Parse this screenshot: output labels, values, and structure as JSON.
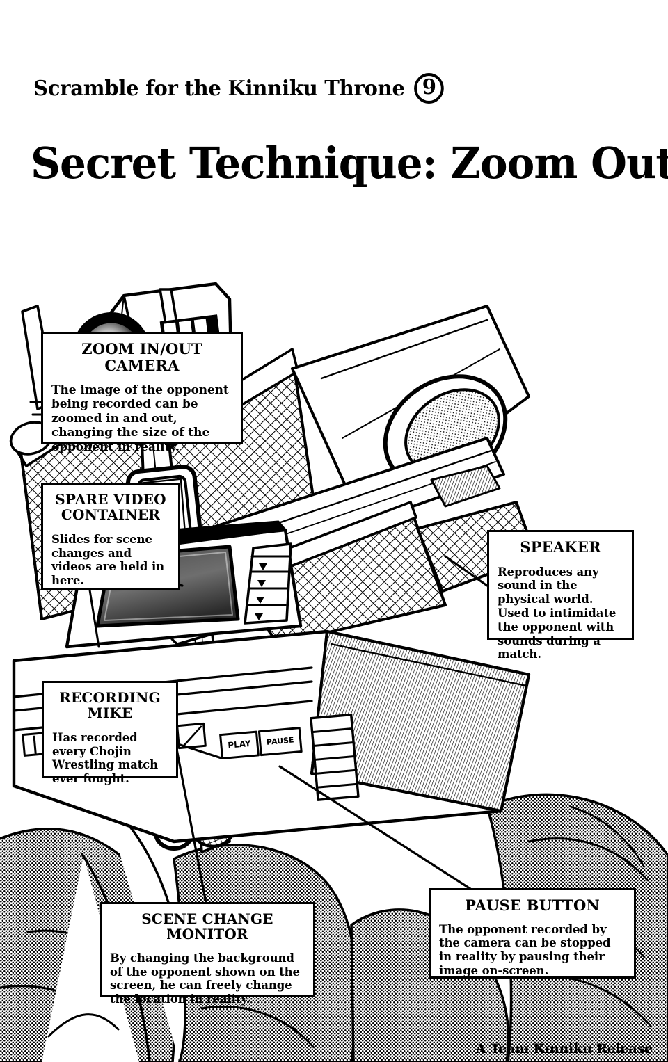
{
  "header": {
    "series_title": "Scramble for the Kinniku Throne",
    "chapter_number": "9",
    "page_title": "Secret Technique: Zoom Out!"
  },
  "callouts": [
    {
      "id": "zoom-camera",
      "title": "ZOOM IN/OUT CAMERA",
      "body": "The image of the opponent being recorded can be zoomed in and out, changing the size of the opponent in reality."
    },
    {
      "id": "spare-video-container",
      "title": "SPARE VIDEO CONTAINER",
      "body": "Slides for scene changes and videos are held in here."
    },
    {
      "id": "speaker",
      "title": "SPEAKER",
      "body": "Reproduces any sound in the physical world. Used to intimidate the opponent with sounds during a match."
    },
    {
      "id": "recording-mike",
      "title": "RECORDING MIKE",
      "body": "Has recorded every Chojin Wrestling match ever fought."
    },
    {
      "id": "scene-change-monitor",
      "title": "SCENE CHANGE MONITOR",
      "body": "By changing the background of the opponent shown on the screen, he can freely change the location in reality."
    },
    {
      "id": "pause-button",
      "title": "PAUSE BUTTON",
      "body": "The opponent recorded by the camera can be stopped in reality by pausing their image on-screen."
    }
  ],
  "artwork": {
    "description": "Line-art illustration of a chojin video-camera robot held in a giant hand",
    "device_labels": {
      "play_button": "PLAY",
      "pause_button": "PAUSE"
    }
  },
  "credit": "A Team Kinniku Release",
  "colors": {
    "ink": "#000000",
    "paper": "#ffffff",
    "tone_gray": "#9a9a9a"
  }
}
